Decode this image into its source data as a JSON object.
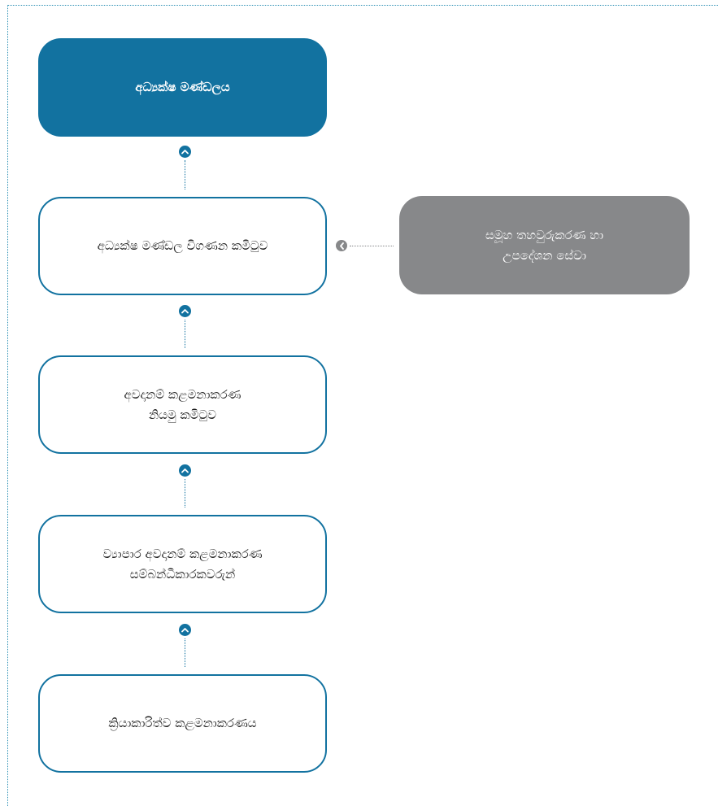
{
  "diagram": {
    "boxes": {
      "board": "අධ්‍යක්ෂ මණ්ඩලය",
      "audit_committee": "අධ්‍යක්ෂ මණ්ඩල විගණන කමිටුව",
      "group_audit": "සමූහ තහවුරුකරණ හා\nඋපදේශන සේවා",
      "risk_committee": "අවදානම් කළමනාකරණ\nනියමු කමිටුව",
      "risk_coordinators": "ව්‍යාපාර අවදානම් කළමනාකරණ\nසම්බන්ධීකාරකවරුන්",
      "operational_risk": "ක්‍රියාකාරිත්ව කළමනාකරණය"
    },
    "colors": {
      "primary": "#1272a0",
      "grey": "#87888a",
      "frame": "#2a8fb3"
    },
    "icons": {
      "up": "chevron-up-icon",
      "left": "chevron-left-icon"
    }
  }
}
